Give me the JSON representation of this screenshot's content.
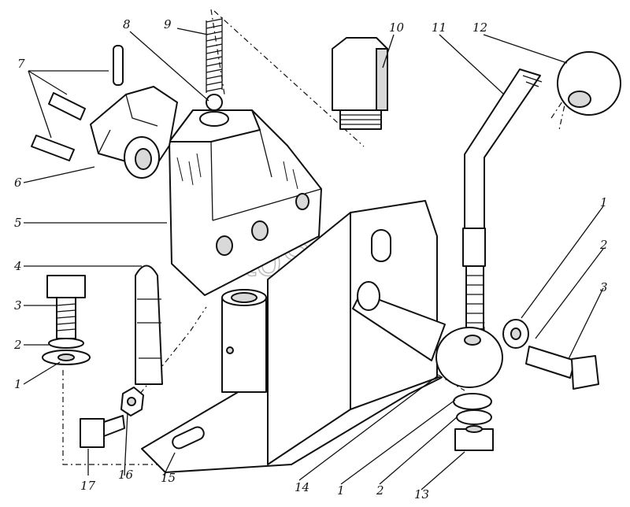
{
  "watermark": "AutoSoft",
  "callouts": [
    "1",
    "2",
    "3",
    "4",
    "5",
    "6",
    "7",
    "8",
    "9",
    "10",
    "11",
    "12",
    "13",
    "14",
    "15",
    "16",
    "17"
  ],
  "labels": {
    "l7": "7",
    "l8": "8",
    "l9": "9",
    "l10": "10",
    "l11": "11",
    "l12": "12",
    "l6": "6",
    "l5": "5",
    "l4": "4",
    "l3a": "3",
    "l2a": "2",
    "l1a": "1",
    "l1b": "1",
    "l2b": "2",
    "l3b": "3",
    "l17": "17",
    "l16": "16",
    "l15": "15",
    "l14": "14",
    "l1c": "1",
    "l2c": "2",
    "l13": "13"
  }
}
